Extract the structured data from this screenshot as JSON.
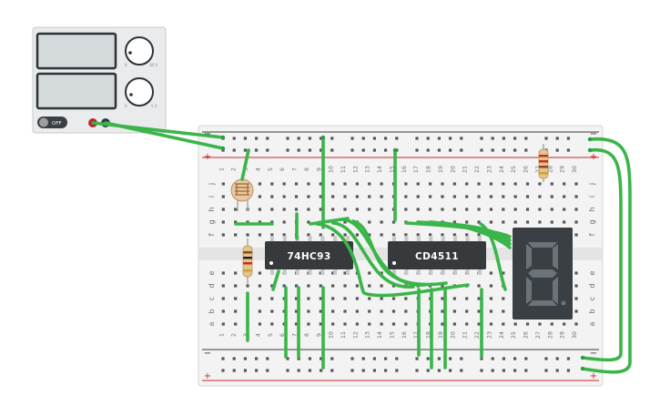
{
  "power_supply": {
    "button_label": "OFF",
    "voltage_max": "30 V",
    "voltage_min": "0",
    "current_max": "5 A",
    "current_min": "0"
  },
  "breadboard": {
    "rail_minus": "−",
    "rail_plus": "+",
    "row_letters_top": [
      "j",
      "i",
      "h",
      "g",
      "f"
    ],
    "row_letters_bottom": [
      "e",
      "d",
      "c",
      "b",
      "a"
    ],
    "column_count": 30
  },
  "chips": {
    "left": "74HC93",
    "right": "CD4511"
  },
  "display": {
    "type": "seven-segment",
    "digit": "8"
  },
  "colors": {
    "wire": "#3ab54a",
    "chip": "#363a3d",
    "display": "#3a3f43",
    "segment": "#6c7378"
  }
}
